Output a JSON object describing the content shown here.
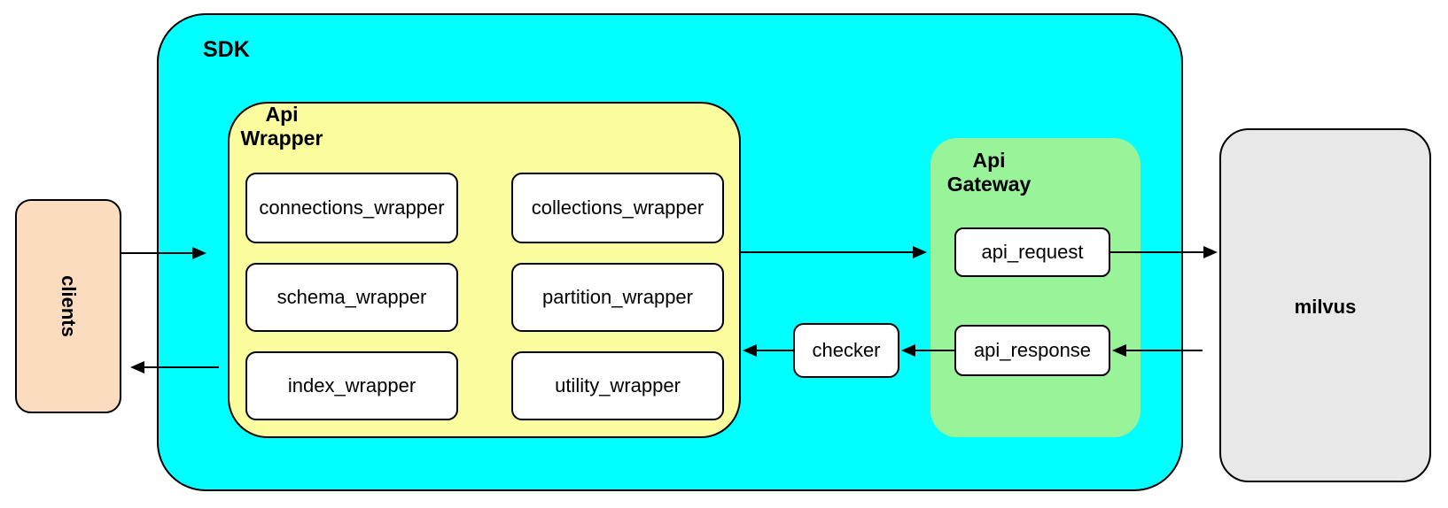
{
  "diagram_type": "architecture-flow",
  "colors": {
    "sdk_fill": "#00FFFF",
    "api_wrapper_fill": "#FBFC9E",
    "api_gateway_fill": "#99F399",
    "clients_fill": "#FBDCBE",
    "milvus_fill": "#E8E8E8",
    "module_fill": "#FFFFFF",
    "stroke": "#000000"
  },
  "nodes": {
    "clients": {
      "label": "clients"
    },
    "sdk": {
      "label": "SDK"
    },
    "api_wrapper": {
      "label_line1": "Api",
      "label_line2": "Wrapper"
    },
    "wrapper_modules": [
      "connections_wrapper",
      "collections_wrapper",
      "schema_wrapper",
      "partition_wrapper",
      "index_wrapper",
      "utility_wrapper"
    ],
    "checker": {
      "label": "checker"
    },
    "api_gateway": {
      "label_line1": "Api",
      "label_line2": "Gateway"
    },
    "gateway_modules": [
      "api_request",
      "api_response"
    ],
    "milvus": {
      "label": "milvus"
    }
  },
  "edges": [
    {
      "from": "clients",
      "to": "sdk"
    },
    {
      "from": "api_wrapper",
      "to": "api_gateway"
    },
    {
      "from": "api_request",
      "to": "milvus"
    },
    {
      "from": "milvus",
      "to": "api_response"
    },
    {
      "from": "api_response",
      "to": "checker"
    },
    {
      "from": "checker",
      "to": "api_wrapper"
    },
    {
      "from": "sdk",
      "to": "clients"
    }
  ]
}
